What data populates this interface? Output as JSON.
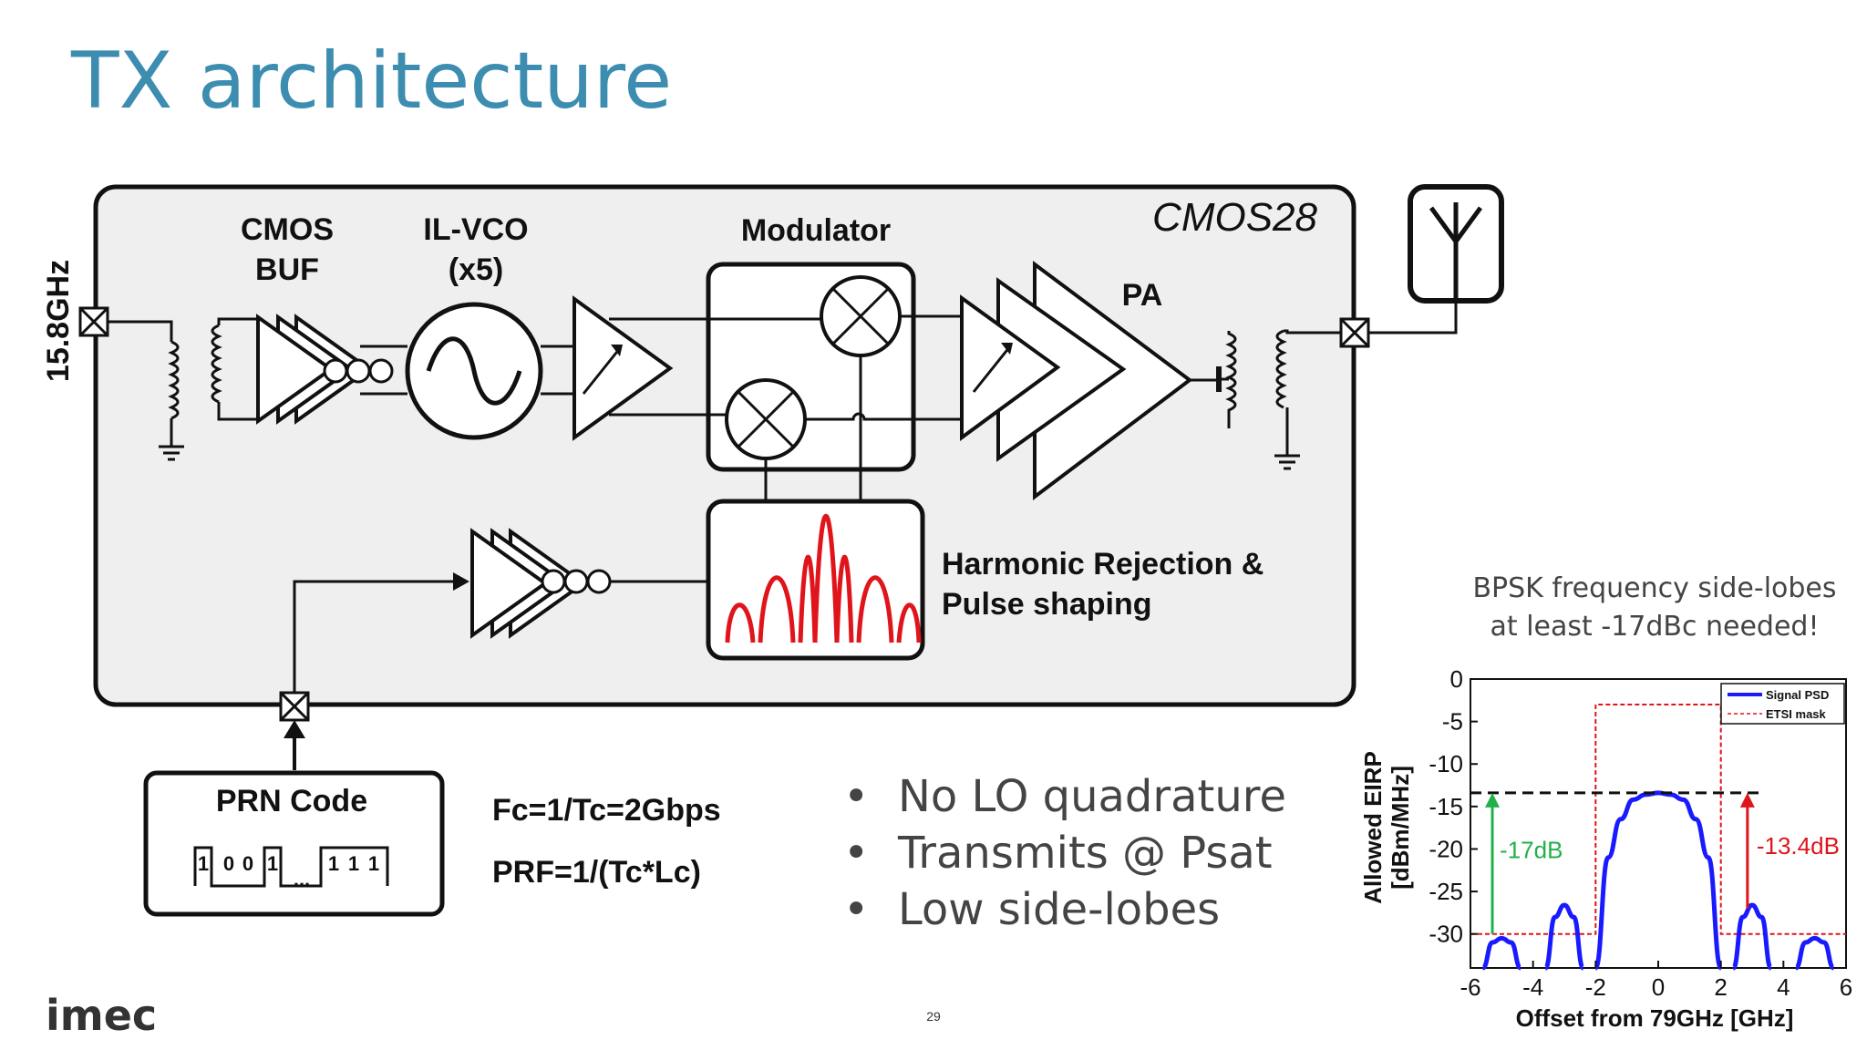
{
  "slide": {
    "title": "TX architecture",
    "page_number": "29",
    "logo": "imec"
  },
  "block_diagram": {
    "input_label": "15.8GHz",
    "process_label": "CMOS28",
    "cmos_buf": [
      "CMOS",
      "BUF"
    ],
    "ilvco": [
      "IL-VCO",
      "(x5)"
    ],
    "modulator": "Modulator",
    "pa": "PA",
    "harmonic": [
      "Harmonic Rejection &",
      "Pulse shaping"
    ],
    "prn_code": "PRN Code",
    "prn_bits_a": [
      "1",
      "0",
      "0",
      "1"
    ],
    "prn_bits_b": [
      "1",
      "1",
      "1"
    ],
    "prn_dots": "...",
    "fc": "Fc=1/Tc=2Gbps",
    "prf": "PRF=1/(Tc*Lc)",
    "pulse_color": "#e0141b"
  },
  "bullets": [
    "No LO quadrature",
    "Transmits @ Psat",
    "Low side-lobes"
  ],
  "annotation": [
    "BPSK frequency side-lobes",
    "at least -17dBc needed!"
  ],
  "chart_data": {
    "type": "line",
    "xlabel": "Offset from 79GHz [GHz]",
    "ylabel": [
      "Allowed EIRP",
      "[dBm/MHz]"
    ],
    "xlim": [
      -6,
      6
    ],
    "ylim": [
      -34,
      0
    ],
    "xticks": [
      "-6",
      "-4",
      "-2",
      "0",
      "2",
      "4",
      "6"
    ],
    "yticks": [
      "0",
      "-5",
      "-10",
      "-15",
      "-20",
      "-25",
      "-30"
    ],
    "series": [
      {
        "name": "Signal PSD",
        "color": "#1a1aff",
        "x": [
          -5.6,
          -5.3,
          -5.0,
          -4.7,
          -4.4,
          -3.6,
          -3.3,
          -3.0,
          -2.7,
          -2.4,
          -2.0,
          -1.6,
          -1.2,
          -0.8,
          -0.4,
          0,
          0.4,
          0.8,
          1.2,
          1.6,
          2.0,
          2.4,
          2.7,
          3.0,
          3.3,
          3.6,
          4.4,
          4.7,
          5.0,
          5.3,
          5.6
        ],
        "y": [
          -34,
          -31,
          -30.5,
          -31,
          -34,
          -34,
          -28,
          -26.6,
          -28,
          -34,
          -34,
          -21,
          -16.5,
          -14.2,
          -13.6,
          -13.4,
          -13.6,
          -14.2,
          -16.5,
          -21,
          -34,
          -34,
          -28,
          -26.6,
          -28,
          -34,
          -34,
          -31,
          -30.5,
          -31,
          -34
        ]
      },
      {
        "name": "ETSI mask",
        "color": "#e0141b",
        "x": [
          -6,
          -2,
          -2,
          2,
          2,
          6
        ],
        "y": [
          -30,
          -30,
          -3,
          -3,
          -30,
          -30
        ]
      }
    ],
    "reference_level": -13.4,
    "annotations": [
      {
        "text": "-17dB",
        "color": "#22b04a"
      },
      {
        "text": "-13.4dB",
        "color": "#e0141b"
      }
    ],
    "legend_position": "top-right",
    "grid": false
  }
}
